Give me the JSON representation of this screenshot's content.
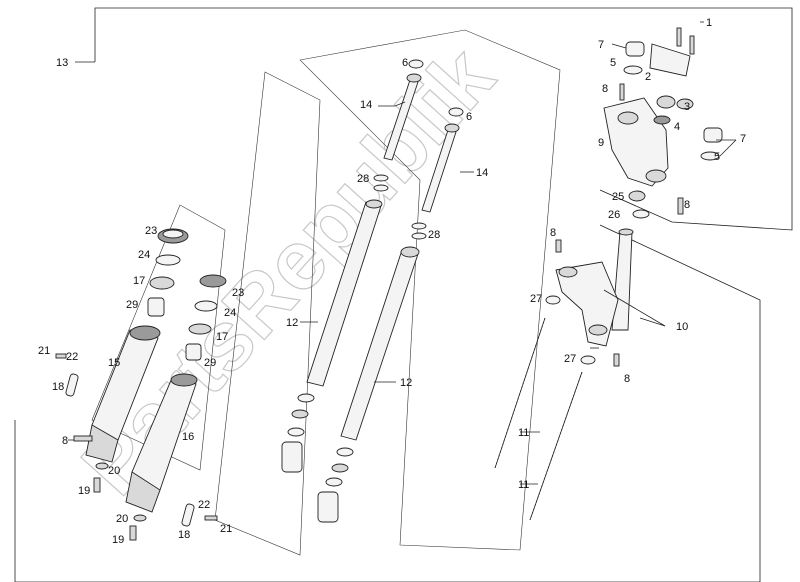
{
  "diagram": {
    "watermark": "PartsRepublik",
    "callouts": {
      "c13": "13",
      "c14a": "14",
      "c14b": "14",
      "c6a": "6",
      "c6b": "6",
      "c28a": "28",
      "c28b": "28",
      "c12a": "12",
      "c12b": "12",
      "c23a": "23",
      "c23b": "23",
      "c24a": "24",
      "c24b": "24",
      "c17a": "17",
      "c17b": "17",
      "c29a": "29",
      "c29b": "29",
      "c15": "15",
      "c16": "16",
      "c21a": "21",
      "c21b": "21",
      "c22a": "22",
      "c22b": "22",
      "c18a": "18",
      "c18b": "18",
      "c8a": "8",
      "c8b": "8",
      "c8c": "8",
      "c8d": "8",
      "c8e": "8",
      "c20a": "20",
      "c20b": "20",
      "c19a": "19",
      "c19b": "19",
      "c1": "1",
      "c2": "2",
      "c3": "3",
      "c4": "4",
      "c5a": "5",
      "c5b": "5",
      "c7a": "7",
      "c7b": "7",
      "c9": "9",
      "c25": "25",
      "c26": "26",
      "c27a": "27",
      "c27b": "27",
      "c10": "10",
      "c11a": "11",
      "c11b": "11"
    }
  }
}
